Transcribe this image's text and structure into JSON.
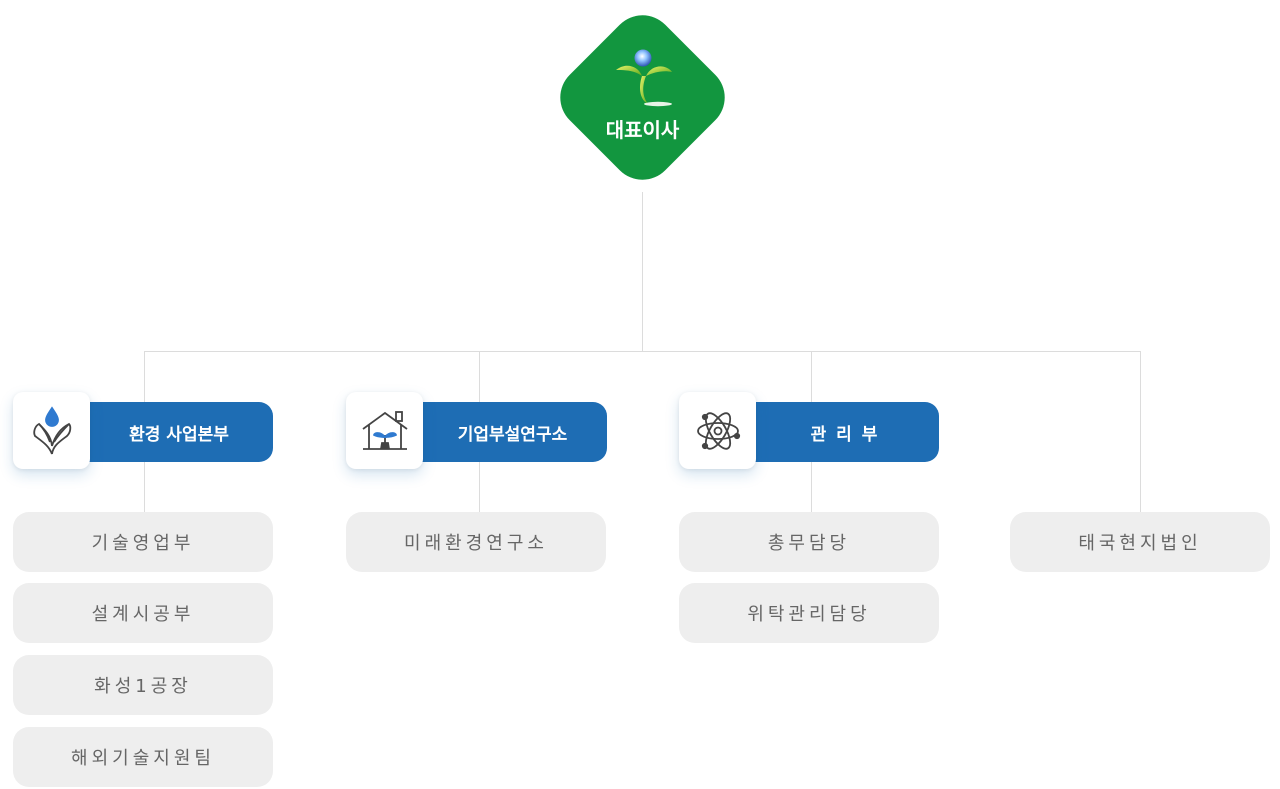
{
  "ceo": {
    "title": "대표이사",
    "logo": "sprout-logo-icon",
    "color": "#12963f"
  },
  "departments": [
    {
      "label": "환경 사업본부",
      "icon": "leaf-drop-icon"
    },
    {
      "label": "기업부설연구소",
      "icon": "greenhouse-sprout-icon"
    },
    {
      "label": "관 리 부",
      "icon": "atom-icon"
    }
  ],
  "subunits": {
    "env": [
      "기술영업부",
      "설계시공부",
      "화성1공장",
      "해외기술지원팀"
    ],
    "lab": [
      "미래환경연구소"
    ],
    "admin": [
      "총무담당",
      "위탁관리담당"
    ],
    "thai": [
      "태국현지법인"
    ]
  },
  "colors": {
    "accent": "#1e6db4",
    "sub_bg": "#eeeeee",
    "line": "#dcdcdc"
  }
}
